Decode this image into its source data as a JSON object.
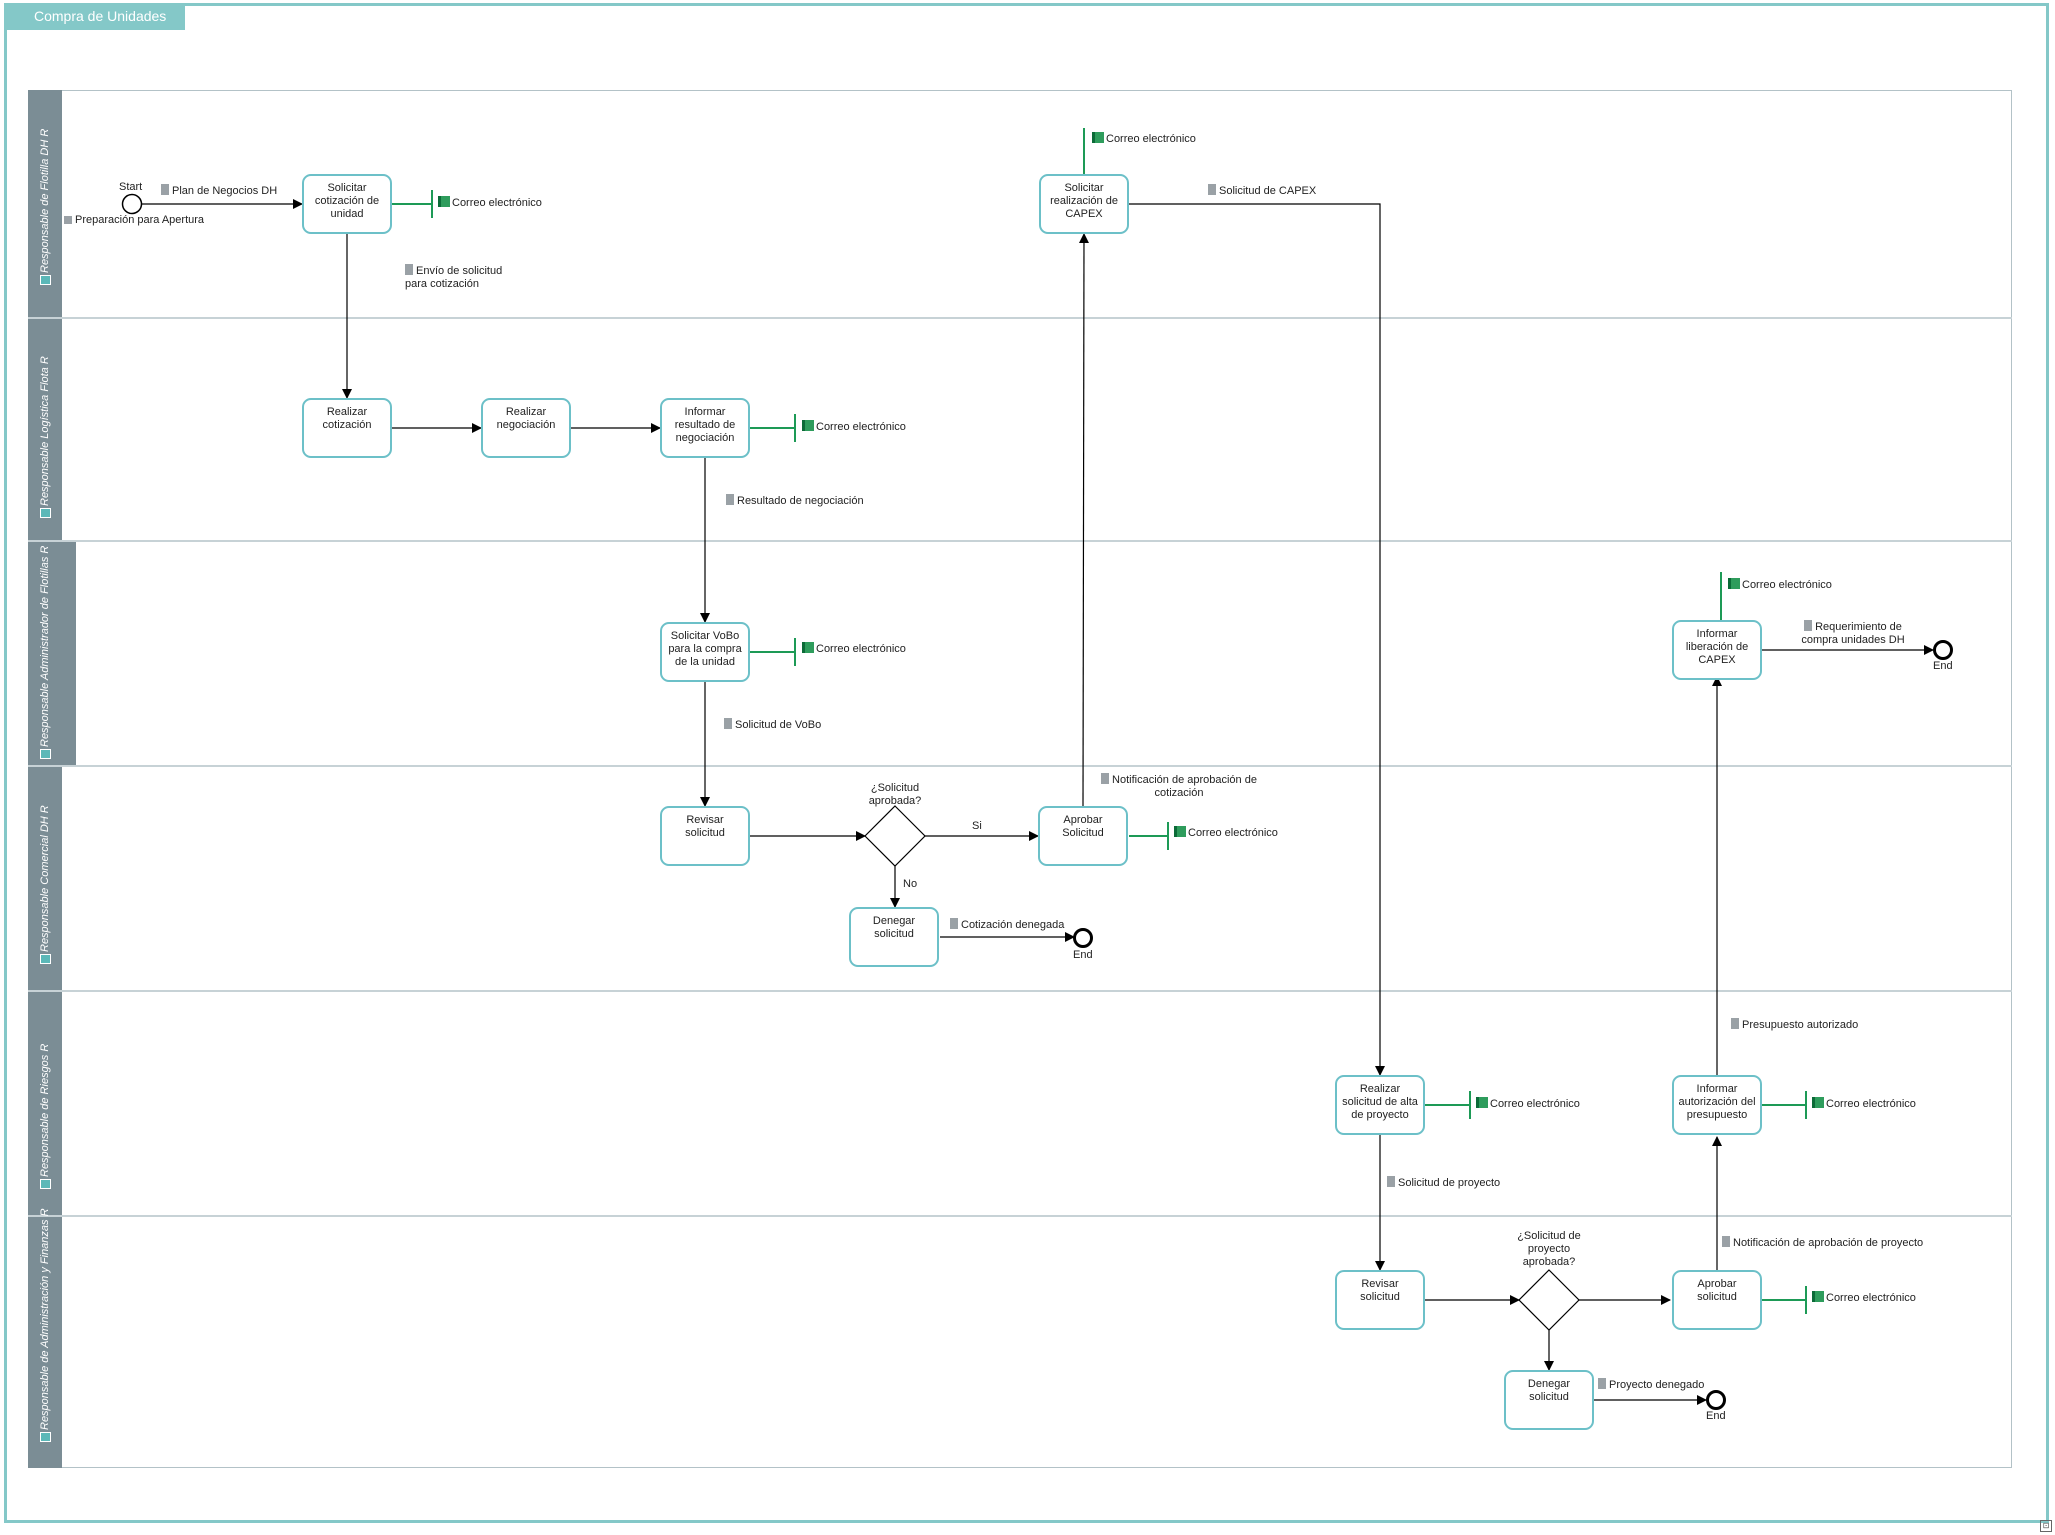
{
  "page": {
    "tab_title": "Compra de Unidades"
  },
  "lanes": [
    {
      "name": "Responsable de Flotilla DH R"
    },
    {
      "name": "Responsable Logística Flota R"
    },
    {
      "name": "Responsable Administrador de Flotillas R"
    },
    {
      "name": "Responsable Comercial DH R"
    },
    {
      "name": "Responsable de Riesgos R"
    },
    {
      "name": "Responsable de Administración y Finanzas R"
    }
  ],
  "events": {
    "start": "Start",
    "end": "End"
  },
  "tasks": {
    "solicitar_cotizacion": "Solicitar cotización de unidad",
    "solicitar_capex": "Solicitar realización de CAPEX",
    "realizar_cotizacion": "Realizar cotización",
    "realizar_negociacion": "Realizar negociación",
    "informar_resultado": "Informar resultado de negociación",
    "solicitar_vobo": "Solicitar VoBo para la compra de la unidad",
    "informar_liberacion": "Informar liberación de CAPEX",
    "revisar_solicitud_1": "Revisar solicitud",
    "aprobar_solicitud_1": "Aprobar Solicitud",
    "denegar_solicitud_1": "Denegar solicitud",
    "realizar_alta": "Realizar solicitud de alta de proyecto",
    "informar_autorizacion": "Informar autorización del presupuesto",
    "revisar_solicitud_2": "Revisar solicitud",
    "aprobar_solicitud_2": "Aprobar solicitud",
    "denegar_solicitud_2": "Denegar solicitud"
  },
  "gateways": {
    "g1": "¿Solicitud aprobada?",
    "g2": "¿Solicitud de proyecto aprobada?",
    "si": "Si",
    "no": "No"
  },
  "artifacts": {
    "preparacion": "Preparación para Apertura",
    "plan_negocios": "Plan de Negocios DH",
    "envio_solicitud": "Envío de solicitud para cotización",
    "solicitud_capex": "Solicitud de CAPEX",
    "resultado_negociacion": "Resultado de negociación",
    "solicitud_vobo": "Solicitud de VoBo",
    "notificacion_cotizacion": "Notificación de aprobación de cotización",
    "cotizacion_denegada": "Cotización denegada",
    "requerimiento": "Requerimiento de compra unidades DH",
    "presupuesto_autorizado": "Presupuesto autorizado",
    "solicitud_proyecto": "Solicitud de proyecto",
    "notificacion_proyecto": "Notificación de aprobación de proyecto",
    "proyecto_denegado": "Proyecto denegado",
    "correo": "Correo electrónico"
  },
  "colors": {
    "accent": "#84c8c8",
    "task_border": "#6cc0c8",
    "lane_header": "#7b8d95",
    "mail_icon": "#2e9c5c"
  }
}
